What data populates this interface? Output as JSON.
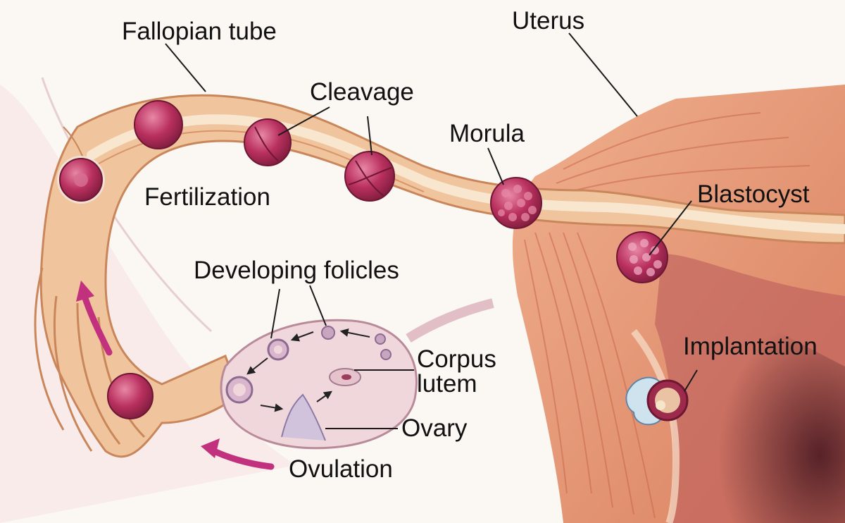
{
  "labels": {
    "fallopian_tube": "Fallopian tube",
    "uterus": "Uterus",
    "cleavage": "Cleavage",
    "morula": "Morula",
    "fertilization": "Fertilization",
    "blastocyst": "Blastocyst",
    "developing_folicles": "Developing folicles",
    "corpus_lutem_line1": "Corpus",
    "corpus_lutem_line2": "lutem",
    "implantation": "Implantation",
    "ovary": "Ovary",
    "ovulation": "Ovulation"
  },
  "colors": {
    "background": "#fbf7f3",
    "tube": "#f0c49c",
    "tube_edge": "#c9865a",
    "tube_lumen": "#f8e3c9",
    "uterus_muscle": "#e59a76",
    "uterus_dark": "#7a2b33",
    "egg": "#b9305e",
    "egg_highlight": "#e27a9c",
    "ovary": "#efd7dc",
    "arrow": "#c2317e",
    "label_text": "#111111",
    "leader_line": "#1a1a1a"
  }
}
